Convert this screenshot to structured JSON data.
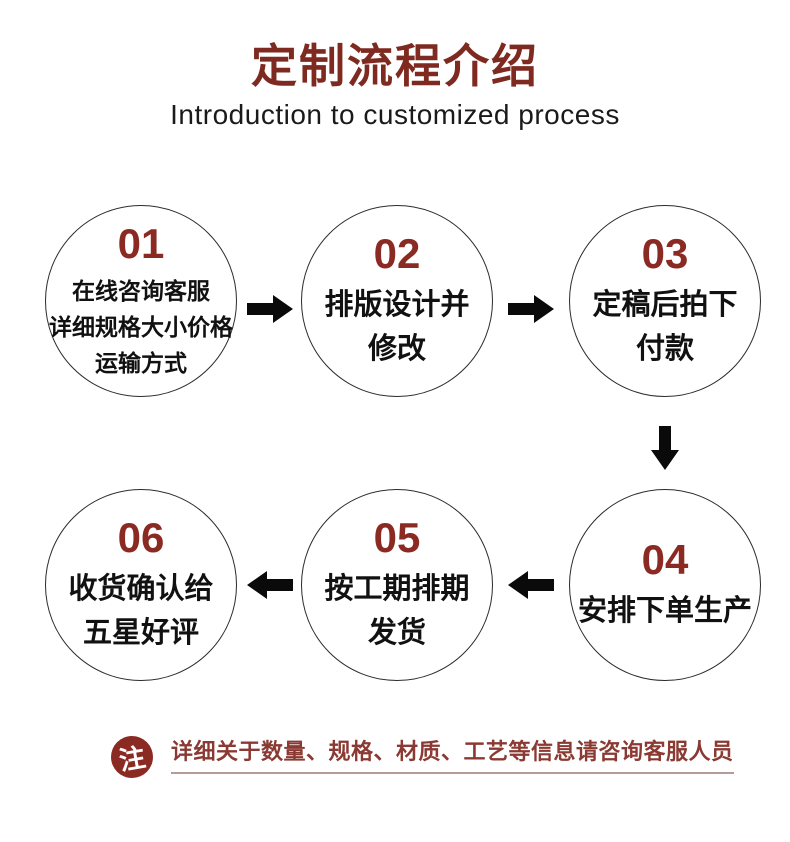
{
  "header": {
    "title": "定制流程介绍",
    "subtitle": "Introduction to customized process"
  },
  "steps": [
    {
      "number": "01",
      "lines": [
        "在线咨询客服",
        "详细规格大小价格",
        "运输方式"
      ]
    },
    {
      "number": "02",
      "lines": [
        "排版设计并",
        "修改"
      ]
    },
    {
      "number": "03",
      "lines": [
        "定稿后拍下",
        "付款"
      ]
    },
    {
      "number": "04",
      "lines": [
        "安排下单生产"
      ]
    },
    {
      "number": "05",
      "lines": [
        "按工期排期",
        "发货"
      ]
    },
    {
      "number": "06",
      "lines": [
        "收货确认给",
        "五星好评"
      ]
    }
  ],
  "note": {
    "badge": "注",
    "text": "详细关于数量、规格、材质、工艺等信息请咨询客服人员"
  },
  "colors": {
    "accent": "#7E2A20",
    "step_number": "#8B2A23",
    "note_badge_bg": "#8B2A23",
    "note_text": "#8A3A32",
    "text": "#111111",
    "circle_border": "#2B2B2B",
    "arrow": "#0A0A0A",
    "note_underline": "#B59C98"
  }
}
